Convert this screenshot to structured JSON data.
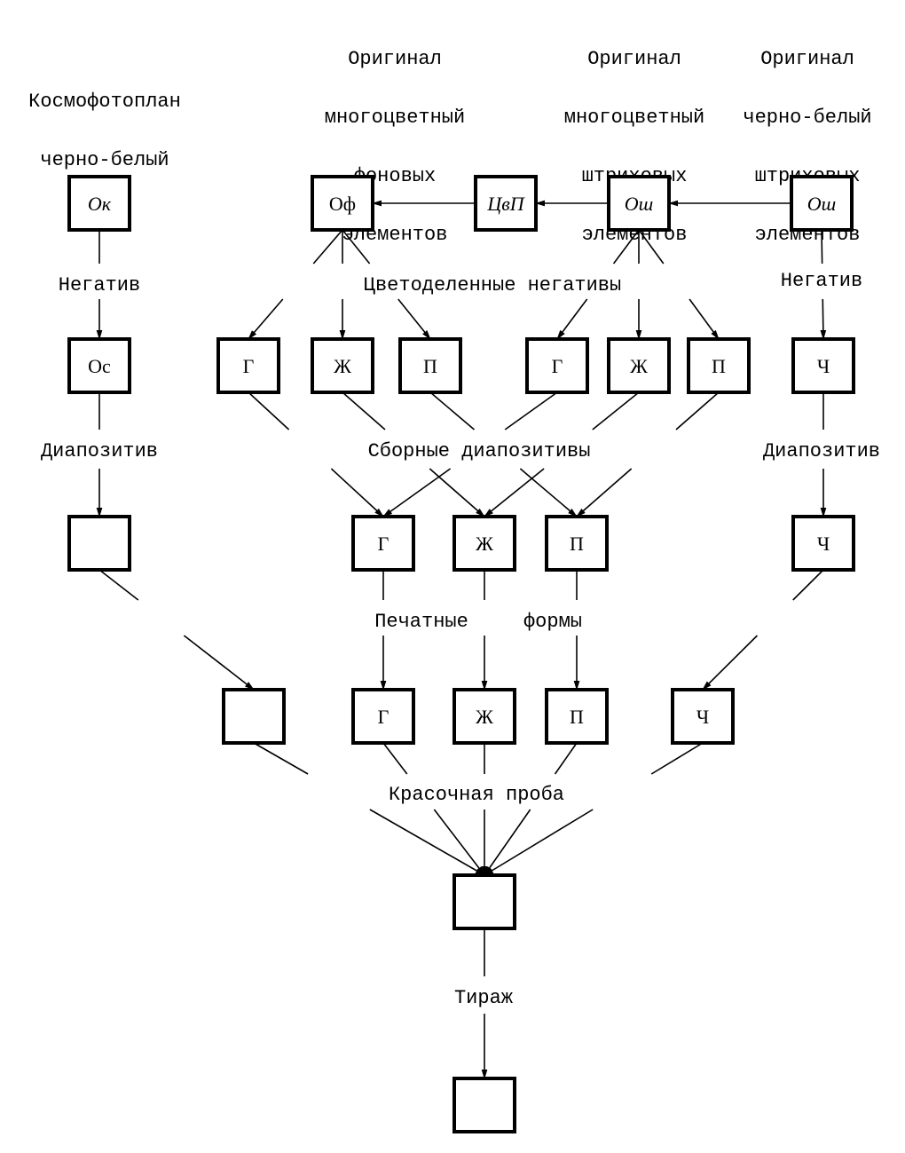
{
  "headers": [
    {
      "id": "cosmo",
      "lines": [
        "Космофотоплан",
        "черно-белый"
      ]
    },
    {
      "id": "bg",
      "lines": [
        "Оригинал",
        "многоцветный",
        "фоновых",
        "элементов"
      ]
    },
    {
      "id": "line_color",
      "lines": [
        "Оригинал",
        "многоцветный",
        "штриховых",
        "элементов"
      ]
    },
    {
      "id": "line_bw",
      "lines": [
        "Оригинал",
        "черно-белый",
        "штриховых",
        "элементов"
      ]
    }
  ],
  "nodes": [
    {
      "id": "ok",
      "label": "Ок",
      "italic": true
    },
    {
      "id": "of",
      "label": "Оф",
      "italic": false
    },
    {
      "id": "cvp",
      "label": "ЦвП",
      "italic": true
    },
    {
      "id": "osh1",
      "label": "Ош",
      "italic": true
    },
    {
      "id": "osh2",
      "label": "Ош",
      "italic": true
    },
    {
      "id": "os",
      "label": "Ос",
      "italic": false
    },
    {
      "id": "n_g1",
      "label": "Г"
    },
    {
      "id": "n_zh1",
      "label": "Ж"
    },
    {
      "id": "n_p1",
      "label": "П"
    },
    {
      "id": "n_g2",
      "label": "Г"
    },
    {
      "id": "n_zh2",
      "label": "Ж"
    },
    {
      "id": "n_p2",
      "label": "П"
    },
    {
      "id": "n_ch",
      "label": "Ч"
    },
    {
      "id": "d_left",
      "label": ""
    },
    {
      "id": "d_g",
      "label": "Г"
    },
    {
      "id": "d_zh",
      "label": "Ж"
    },
    {
      "id": "d_p",
      "label": "П"
    },
    {
      "id": "d_ch",
      "label": "Ч"
    },
    {
      "id": "f_left",
      "label": ""
    },
    {
      "id": "f_g",
      "label": "Г"
    },
    {
      "id": "f_zh",
      "label": "Ж"
    },
    {
      "id": "f_p",
      "label": "П"
    },
    {
      "id": "f_ch",
      "label": "Ч"
    },
    {
      "id": "proof",
      "label": ""
    },
    {
      "id": "run",
      "label": ""
    }
  ],
  "edges": [
    [
      "ok",
      "os"
    ],
    [
      "cvp",
      "of"
    ],
    [
      "osh2",
      "osh1"
    ],
    [
      "osh1",
      "cvp"
    ],
    [
      "of",
      "n_g1"
    ],
    [
      "of",
      "n_zh1"
    ],
    [
      "of",
      "n_p1"
    ],
    [
      "osh1",
      "n_g2"
    ],
    [
      "osh1",
      "n_zh2"
    ],
    [
      "osh1",
      "n_p2"
    ],
    [
      "osh2",
      "n_ch"
    ],
    [
      "os",
      "d_left"
    ],
    [
      "n_g1",
      "d_g"
    ],
    [
      "n_g2",
      "d_g"
    ],
    [
      "n_zh1",
      "d_zh"
    ],
    [
      "n_zh2",
      "d_zh"
    ],
    [
      "n_p1",
      "d_p"
    ],
    [
      "n_p2",
      "d_p"
    ],
    [
      "n_ch",
      "d_ch"
    ],
    [
      "d_left",
      "f_left"
    ],
    [
      "d_g",
      "f_g"
    ],
    [
      "d_zh",
      "f_zh"
    ],
    [
      "d_p",
      "f_p"
    ],
    [
      "d_ch",
      "f_ch"
    ],
    [
      "f_left",
      "proof"
    ],
    [
      "f_g",
      "proof"
    ],
    [
      "f_zh",
      "proof"
    ],
    [
      "f_p",
      "proof"
    ],
    [
      "f_ch",
      "proof"
    ],
    [
      "proof",
      "run"
    ]
  ],
  "labels": {
    "negative_left": "Негатив",
    "negative_right": "Негатив",
    "separated_negatives": "Цветоделенные негативы",
    "diapositive_left": "Диапозитив",
    "diapositive_right": "Диапозитив",
    "assembled_diapositives": "Сборные диапозитивы",
    "printing_forms_1": "Печатные",
    "printing_forms_2": "формы",
    "color_proof": "Красочная проба",
    "print_run": "Тираж"
  }
}
